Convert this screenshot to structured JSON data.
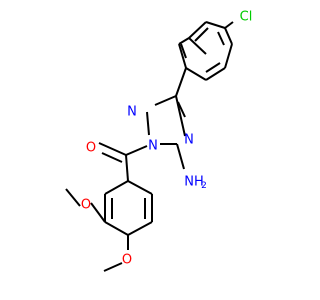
{
  "molecule": {
    "atoms": {
      "chlorine": "Cl",
      "ring_nitrogen_top": "N",
      "ring_nitrogen_substituted": "N",
      "ring_nitrogen_right": "N",
      "amine": "NH",
      "amine_subscript": "2",
      "carbonyl_oxygen": "O",
      "methoxy_oxygen_left": "O",
      "methoxy_oxygen_bottom": "O"
    },
    "colors": {
      "bond": "#000000",
      "carbon_text": "#000000",
      "nitrogen": "#0000ff",
      "oxygen": "#ff0000",
      "chlorine": "#00cc00"
    }
  }
}
